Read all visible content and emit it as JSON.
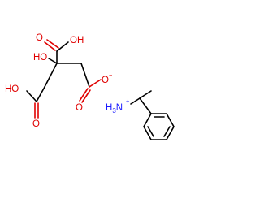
{
  "molecule": {
    "atom_labels": {
      "top_oh": "OH",
      "top_o": "O",
      "center_ho": "HO",
      "left_ho": "HO",
      "left_o": "O",
      "right_o": "O",
      "right_o_minus": "O",
      "minus_sign": "−",
      "ammonium": "H3N",
      "plus_sign": "+"
    },
    "colors": {
      "oxygen": "#e00000",
      "nitrogen": "#1a1aff",
      "carbon": "#000000"
    }
  }
}
